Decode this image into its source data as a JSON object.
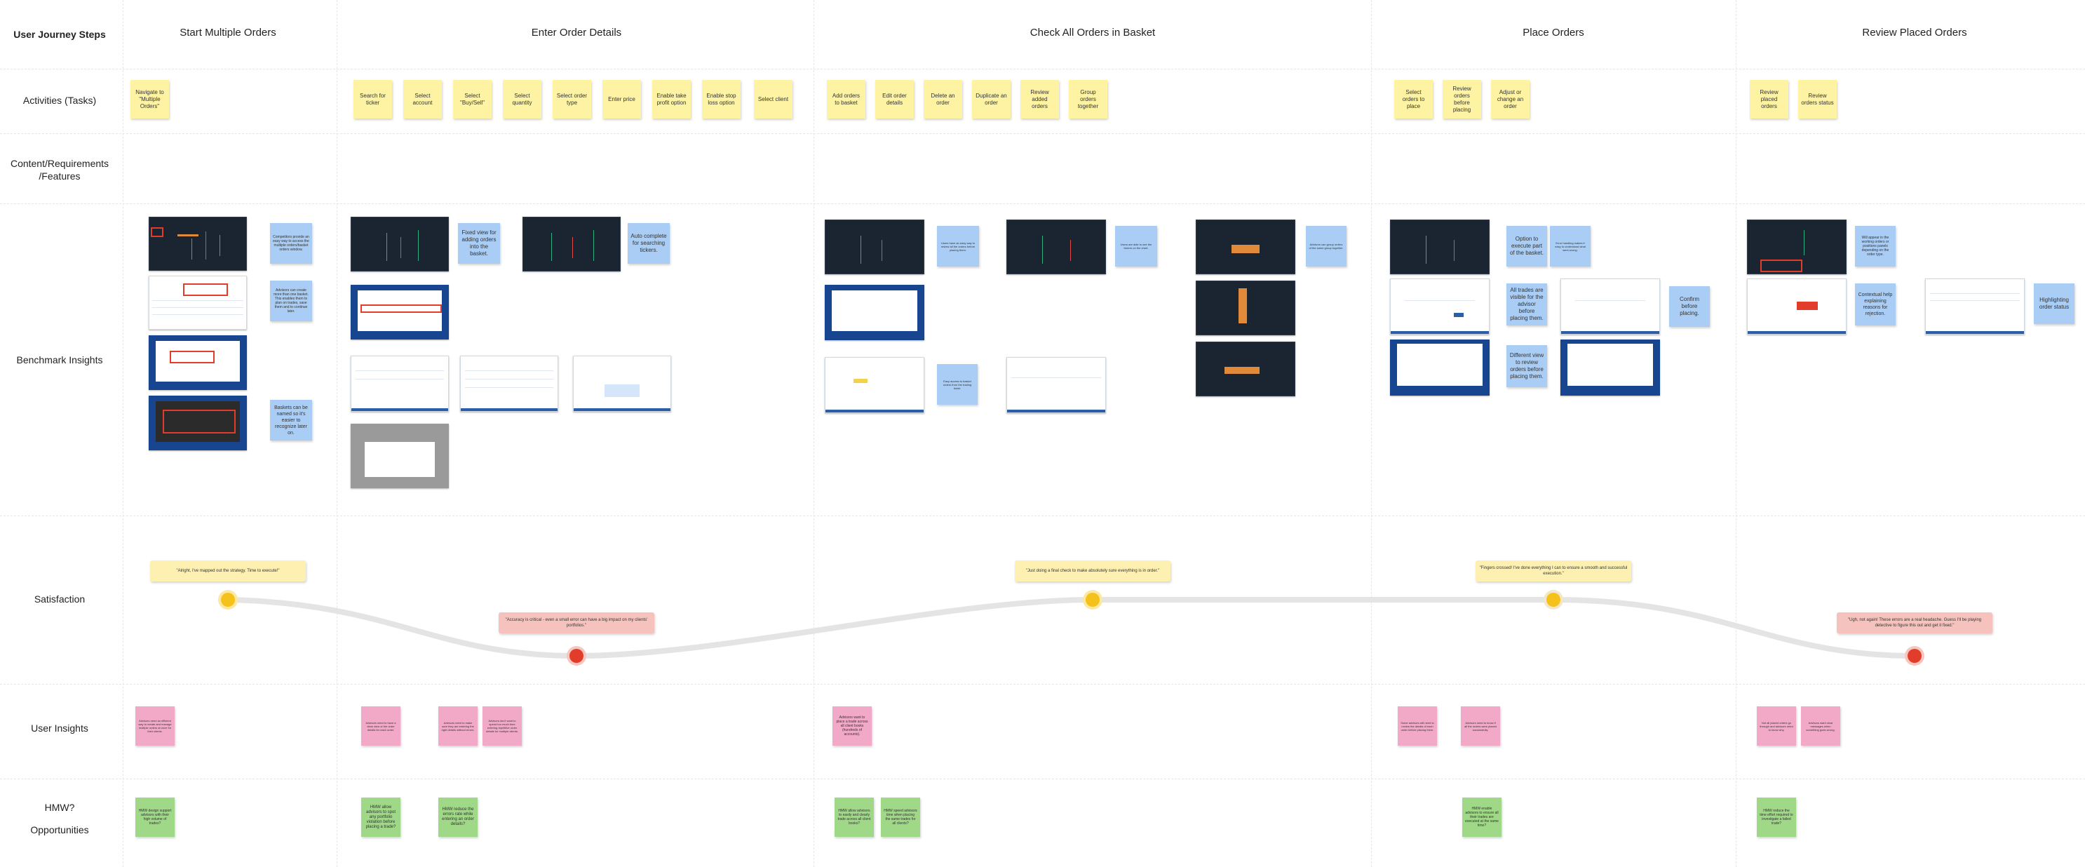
{
  "row_labels": {
    "steps": "User Journey Steps",
    "activities": "Activities (Tasks)",
    "content": "Content/Requirements /Features",
    "benchmark": "Benchmark Insights",
    "satisfaction": "Satisfaction",
    "user_insights": "User Insights",
    "hmw": "HMW?",
    "opportunities": "Opportunities"
  },
  "phases": {
    "p1": "Start Multiple Orders",
    "p2": "Enter Order Details",
    "p3": "Check All Orders in Basket",
    "p4": "Place Orders",
    "p5": "Review Placed Orders"
  },
  "activities": {
    "a1": "Navigate to \"Multiple Orders\"",
    "a2": "Search for ticker",
    "a3": "Select account",
    "a4": "Select \"Buy/Sell\"",
    "a5": "Select quantity",
    "a6": "Select order type",
    "a7": "Enter price",
    "a8": "Enable take profit option",
    "a9": "Enable stop loss option",
    "a10": "Select client",
    "a11": "Add orders to basket",
    "a12": "Edit order details",
    "a13": "Delete an order",
    "a14": "Duplicate an order",
    "a15": "Review added orders",
    "a16": "Group orders together",
    "a17": "Select orders to place",
    "a18": "Review orders before placing",
    "a19": "Adjust or change an order",
    "a20": "Review placed orders",
    "a21": "Review orders status"
  },
  "benchmark_notes": {
    "b1": "Competitors provide an easy way to access the multiple orders/basket orders window.",
    "b2": "Advisors can create more than one basket. This enables them to plan on trades, save them and to continue later.",
    "b3": "Baskets can be named so it's easier to recognize later on.",
    "b4": "Fixed view for adding orders into the basket.",
    "b5": "Auto complete for searching tickers.",
    "b6": "Users have an easy way to review all the orders before placing them.",
    "b7": "Users are able to see the tickers on the chart.",
    "b8": "Advisors can group orders of the same group together.",
    "b9": "Easy access to basket orders from the trading ticket.",
    "b10": "Option to execute part of the basket.",
    "b11": "Error handling makes it easy to understand what went wrong.",
    "b12": "All trades are visible for the advisor before placing them.",
    "b13": "Different view to review orders before placing them.",
    "b14": "Confirm before placing.",
    "b15": "Will appear in the working orders or positions panels depending on the order type.",
    "b16": "Contextual help explaining reasons for rejection.",
    "b17": "Highlighting order status"
  },
  "satisfaction": {
    "q1": "\"Alright, I've mapped out the strategy. Time to execute!\"",
    "q2": "\"Accuracy is critical - even a small error can have a big impact on my clients' portfolios.\"",
    "q3": "\"Just doing a final check to make absolutely sure everything is in order.\"",
    "q4": "\"Fingers crossed! I've done everything I can to ensure a smooth and successful execution.\"",
    "q5": "\"Ugh, not again! These errors are a real headache. Guess I'll be playing detective to figure this out and get it fixed.\""
  },
  "user_insights": {
    "u1": "Advisors need an efficient way to create and manage multiple orders at once for their clients.",
    "u2": "Advisors need to have a clear view of the order details for each order.",
    "u3": "Advisors need to make sure they are entering the right details without errors.",
    "u4": "Advisors don't want to spend too much time entering repetitive order details for multiple clients.",
    "u5": "Advisors want to place a trade across all client books (hundreds of accounts).",
    "u6": "Some advisors will need to review the details of each order before placing them.",
    "u7": "Advisors need to know if all the orders were placed successfully.",
    "u8": "Not all placed orders go through and advisors need to know why.",
    "u9": "Advisors want clear messages when something goes wrong."
  },
  "hmw": {
    "h1": "HMW design support advisors with their high volume of trades?",
    "h2": "HMW allow advisors to spot any portfolio violation before placing a trade?",
    "h3": "HMW reduce the errors rate while entering an order details?",
    "h4": "HMW allow advisors to easily and clearly trade across all client books?",
    "h5": "HMW speed advisors time when placing the same trades for all clients?",
    "h6": "HMW enable advisors to ensure all their trades are executed at the same time?",
    "h7": "HMW reduce the time effort required to investigate a failed trade?"
  }
}
